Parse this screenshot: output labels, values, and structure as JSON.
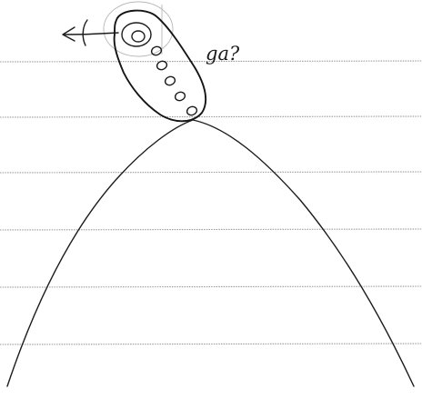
{
  "diagram": {
    "label": "ga?",
    "colors": {
      "ink": "#1c1c1c",
      "ruled_line": "#9a9a9a",
      "paper": "#ffffff"
    },
    "elements": [
      {
        "name": "hill-curve",
        "description_icon": "hill-curve-icon"
      },
      {
        "name": "rolling-object",
        "description_icon": "tilted-cylinder-icon"
      },
      {
        "name": "motion-arrow",
        "direction": "left"
      }
    ]
  }
}
